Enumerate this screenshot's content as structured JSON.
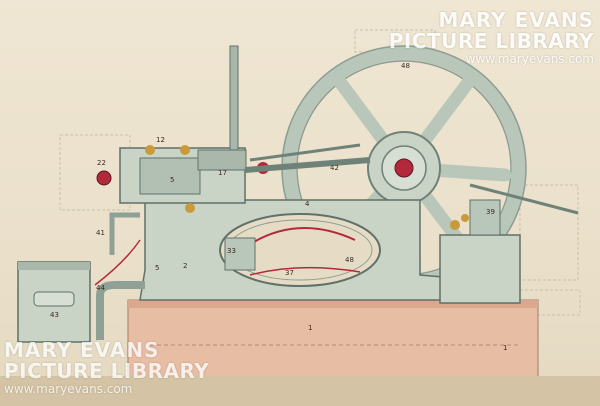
{
  "watermark": {
    "line1": "MARY EVANS",
    "line2": "PICTURE LIBRARY",
    "url": "www.maryevans.com"
  },
  "part_labels": {
    "flywheel": "48",
    "bed": "4",
    "cylinder": "5",
    "tank": "43",
    "base": "1",
    "base_right": "1",
    "crank": "42",
    "pipe": "44",
    "left_lever": "41",
    "governor": "39",
    "inner_a": "33",
    "inner_b": "37",
    "inner_c": "48",
    "foot": "2",
    "small_a": "22",
    "small_b": "12",
    "rod": "17",
    "stand": "5"
  },
  "colors": {
    "paper": "#ece3cf",
    "machine": "#c9d3c6",
    "machine_dark": "#7e8f86",
    "brass": "#c89a3a",
    "base": "#e5b89f",
    "red": "#b3283a"
  }
}
